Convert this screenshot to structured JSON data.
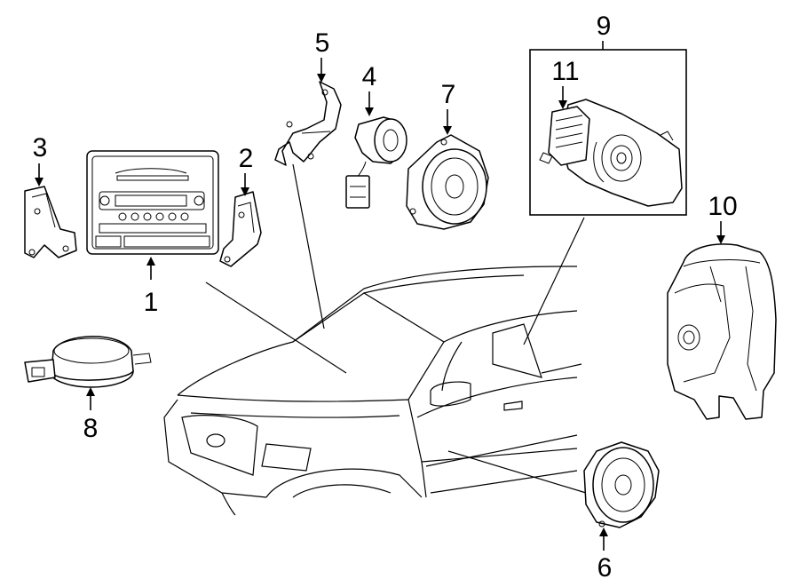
{
  "diagram": {
    "callouts": [
      {
        "id": "1",
        "text": "1"
      },
      {
        "id": "2",
        "text": "2"
      },
      {
        "id": "3",
        "text": "3"
      },
      {
        "id": "4",
        "text": "4"
      },
      {
        "id": "5",
        "text": "5"
      },
      {
        "id": "6",
        "text": "6"
      },
      {
        "id": "7",
        "text": "7"
      },
      {
        "id": "8",
        "text": "8"
      },
      {
        "id": "9",
        "text": "9"
      },
      {
        "id": "10",
        "text": "10"
      },
      {
        "id": "11",
        "text": "11"
      }
    ],
    "colors": {
      "line": "#000000",
      "background": "#ffffff"
    }
  }
}
